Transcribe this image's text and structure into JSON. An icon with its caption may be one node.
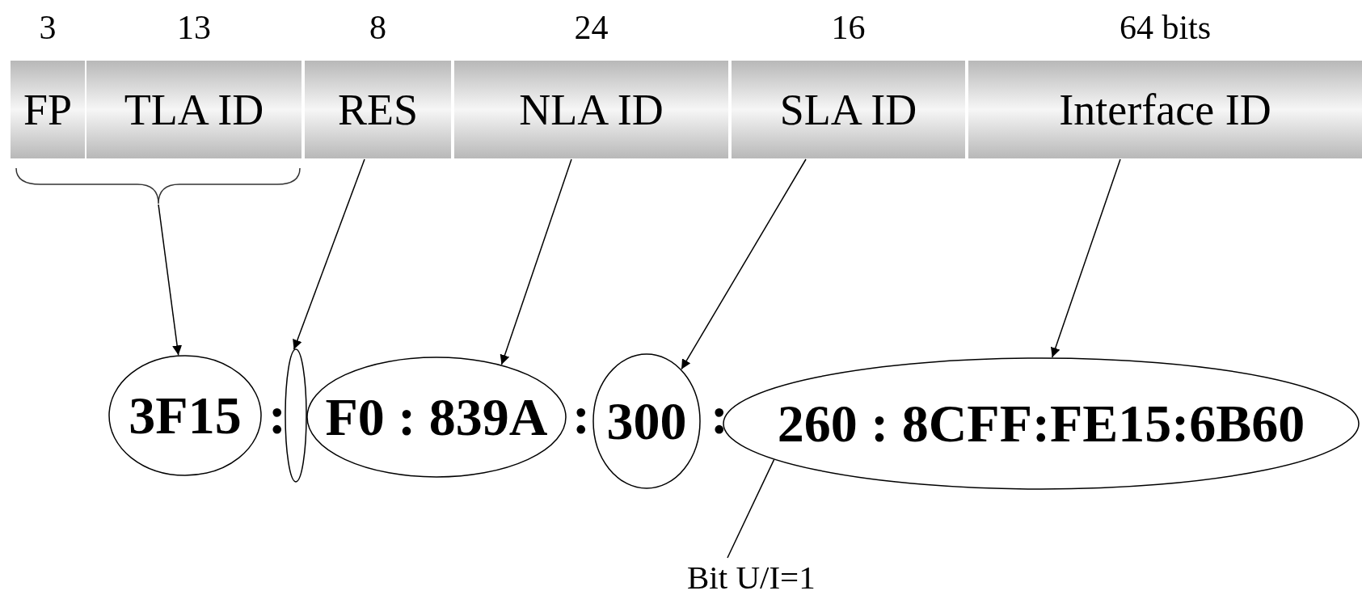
{
  "diagram": {
    "nodes": [
      {
        "text": [
          "FP"
        ],
        "beside": [
          "3"
        ]
      },
      {
        "text": [
          "TLA ID"
        ],
        "beside": [
          "13"
        ]
      },
      {
        "text": [
          "RES"
        ],
        "beside": [
          "8"
        ]
      },
      {
        "text": [
          "NLA ID"
        ],
        "beside": [
          "24"
        ]
      },
      {
        "text": [
          "SLA ID"
        ],
        "beside": [
          "16"
        ]
      },
      {
        "text": [
          "Interface ID"
        ],
        "beside": [
          "64 bits"
        ]
      },
      {
        "text": [],
        "shape": "bracket"
      },
      {
        "text": [
          "3F15"
        ]
      },
      {
        "text": [],
        "shape": "ellipse"
      },
      {
        "text": [
          "F0 : 839A"
        ]
      },
      {
        "text": [
          "300"
        ]
      },
      {
        "text": [
          "260 : 8CFF:FE15:6B60"
        ]
      },
      {
        "text": [
          "Bit U/I=1"
        ]
      }
    ],
    "edges": [
      {
        "from": 6,
        "to": 7,
        "arrow": "to"
      },
      {
        "from": 2,
        "to": 8,
        "arrow": "to"
      },
      {
        "from": 3,
        "to": 9,
        "arrow": "to"
      },
      {
        "from": 4,
        "to": 10,
        "arrow": "to"
      },
      {
        "from": 5,
        "to": 11,
        "arrow": "to"
      },
      {
        "from": 12,
        "to": 11,
        "arrow": "none"
      }
    ],
    "labels": [
      ":",
      ":",
      ":"
    ]
  }
}
